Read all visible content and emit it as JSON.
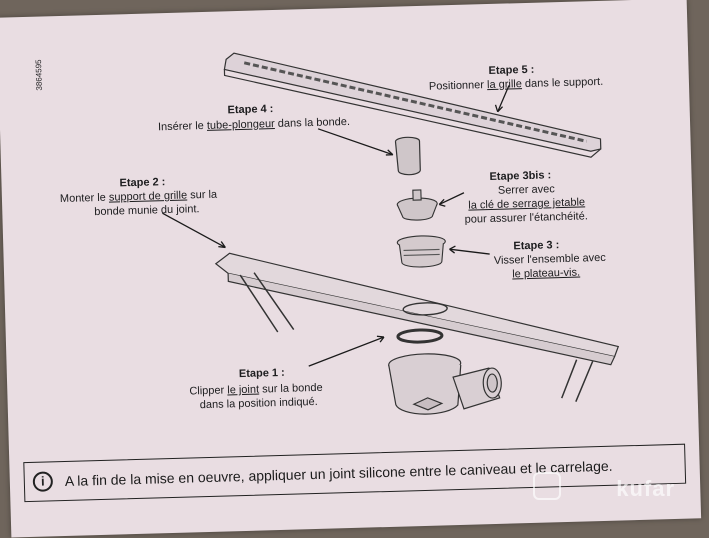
{
  "sheet": {
    "code": "3864595",
    "steps": {
      "s5": {
        "title": "Etape 5 :",
        "line1": "Positionner",
        "link": "la grille",
        "line1_end": "dans le support."
      },
      "s4": {
        "title": "Etape 4 :",
        "line1": "Insérer le",
        "link": "tube-plongeur",
        "line1_end": "dans la bonde."
      },
      "s3bis": {
        "title": "Etape 3bis :",
        "line1": "Serrer avec",
        "link": "la clé de serrage jetable",
        "line2": "pour assurer l'étanchéité."
      },
      "s2": {
        "title": "Etape 2 :",
        "line1": "Monter le",
        "link": "support de grille",
        "line1_end": "sur la",
        "line2": "bonde munie du joint."
      },
      "s3": {
        "title": "Etape 3 :",
        "line1": "Visser l'ensemble avec",
        "link": "le plateau-vis."
      },
      "s1": {
        "title": "Etape 1 :",
        "line1": "Clipper",
        "link": "le joint",
        "line1_end": "sur la bonde",
        "line2": "dans la position indiqué."
      }
    },
    "footer": {
      "icon": "i",
      "text": "A la fin de la mise en oeuvre, appliquer un joint silicone entre le caniveau et le carrelage."
    },
    "watermark": "kufar"
  }
}
